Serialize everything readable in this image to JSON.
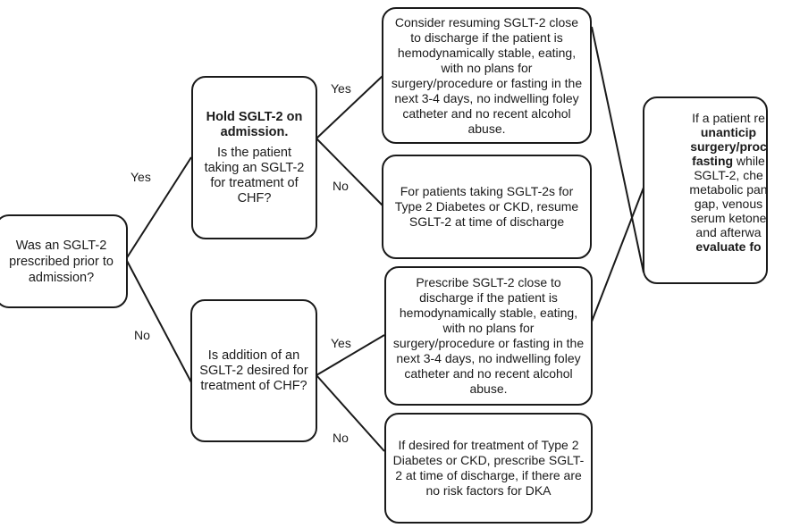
{
  "nodes": {
    "start": {
      "text": "Was an SGLT-2 prescribed prior to admission?"
    },
    "hold": {
      "title": "Hold SGLT-2 on admission.",
      "question": "Is the patient taking an SGLT-2 for treatment of CHF?"
    },
    "desire": {
      "text": "Is addition of an SGLT-2 desired for treatment of CHF?"
    },
    "resume_chf": {
      "text": "Consider resuming SGLT-2 close to discharge if the patient is hemodynamically stable, eating, with no plans for surgery/procedure or fasting in the next 3-4 days, no indwelling foley catheter and no recent alcohol abuse."
    },
    "resume_t2d": {
      "text": "For patients taking SGLT-2s for Type 2 Diabetes or CKD, resume SGLT-2 at time of discharge"
    },
    "prescribe_chf": {
      "text": "Prescribe SGLT-2 close to discharge if the patient is hemodynamically stable, eating, with no plans for surgery/procedure or fasting in the next 3-4 days, no indwelling foley catheter and no recent alcohol abuse."
    },
    "prescribe_t2d": {
      "text": "If desired for treatment of Type 2 Diabetes or CKD, prescribe SGLT-2 at time of discharge, if there are no risk factors for DKA"
    },
    "final": {
      "part1": "If a patient re",
      "part2": "unanticip",
      "part3": "surgery/proc",
      "part4": "fasting",
      "part5": " while",
      "part6": "SGLT-2, che",
      "part7": "metabolic pan",
      "part8": "gap, venous",
      "part9": "serum ketone",
      "part10": "and afterwa",
      "part11": "evaluate fo"
    }
  },
  "edges": {
    "start_yes": "Yes",
    "start_no": "No",
    "hold_yes": "Yes",
    "hold_no": "No",
    "desire_yes": "Yes",
    "desire_no": "No"
  }
}
